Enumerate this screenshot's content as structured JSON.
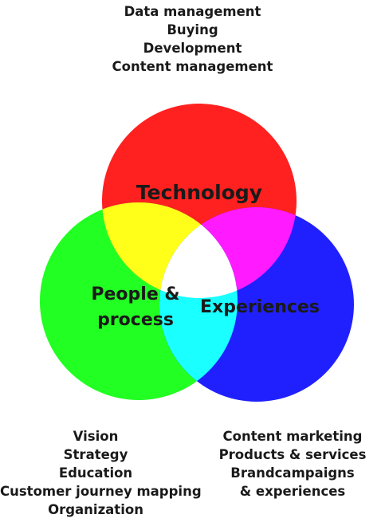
{
  "top_list": [
    "Data management",
    "Buying",
    "Development",
    "Content management"
  ],
  "left_list": [
    "Vision",
    "Strategy",
    "Education",
    "Customer journey mapping",
    "Organization"
  ],
  "right_list": [
    "Content marketing",
    "Products & services",
    "Brandcampaigns",
    "& experiences"
  ],
  "circles": {
    "technology": {
      "label": "Technology",
      "color": "#ff2020"
    },
    "people": {
      "label_line1": "People &",
      "label_line2": "process",
      "color": "#22ff22"
    },
    "experiences": {
      "label": "Experiences",
      "color": "#2020ff"
    }
  },
  "overlap_colors": {
    "technology_people": "#ffff1a",
    "technology_experiences": "#ff1aff",
    "people_experiences": "#1affff",
    "center": "#ffffff"
  }
}
